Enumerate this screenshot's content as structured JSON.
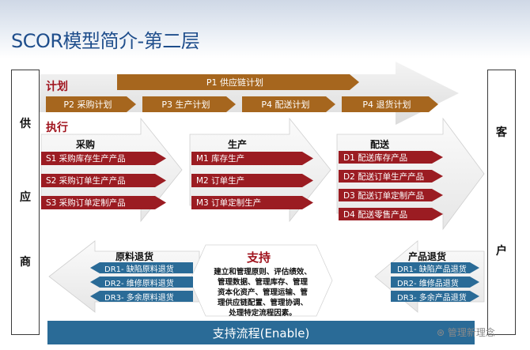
{
  "title": "SCOR模型简介-第二层",
  "supplier": [
    "供",
    "应",
    "商"
  ],
  "customer": [
    "客",
    "户"
  ],
  "plan": {
    "label": "计划",
    "p1": "P1  供应链计划",
    "items": [
      "P2  采购计划",
      "P3  生产计划",
      "P4  配送计划",
      "P4  退货计划"
    ]
  },
  "execute": {
    "label": "执行",
    "source": {
      "label": "采购",
      "items": [
        "S1 采购库存生产产品",
        "S2 采购订单生产产品",
        "S3 采购订单定制产品"
      ]
    },
    "make": {
      "label": "生产",
      "items": [
        "M1 库存生产",
        "M2 订单生产",
        "M3  订单定制生产"
      ]
    },
    "deliver": {
      "label": "配送",
      "items": [
        "D1 配送库存产品",
        "D2 配送订单生产产品",
        "D3 配送订单定制产品",
        "D4 配送零售产品"
      ]
    }
  },
  "return_source": {
    "label": "原料退货",
    "items": [
      "DR1- 缺陷原料退货",
      "DR2- 维修原料退货",
      "DR3- 多余原料退货"
    ]
  },
  "return_deliver": {
    "label": "产品退货",
    "items": [
      "DR1- 缺陷产品退货",
      "DR2- 维修品退货",
      "DR3- 多余产品退货"
    ]
  },
  "support": {
    "title": "支持",
    "lines": [
      "建立和管理原则、评估绩效、",
      "管理数据、管理库存、管理",
      "资本化资产、管理运输、管",
      "理供应链配置、管理协调、",
      "处理特定流程因素。"
    ]
  },
  "enable": "支持流程(Enable)",
  "watermark": "管理新理念",
  "colors": {
    "red": "#9b1c22",
    "brown": "#a6661e",
    "blue": "#2a6b97",
    "title": "#1f4e8c"
  }
}
